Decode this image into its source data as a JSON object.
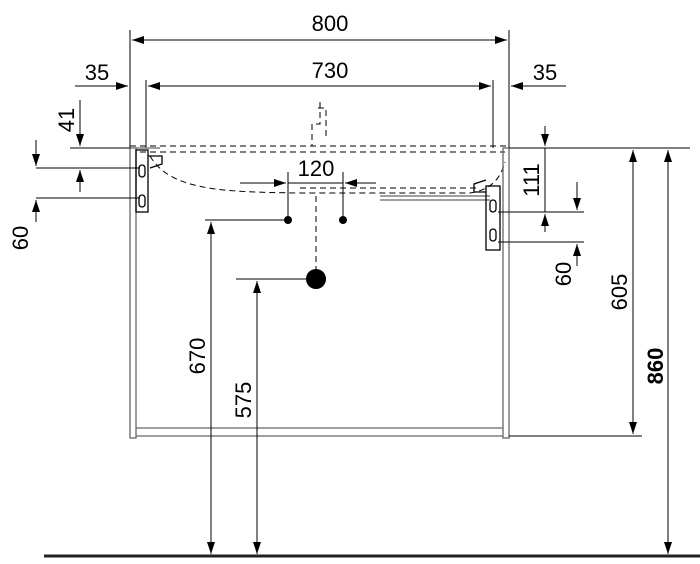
{
  "dimensions": {
    "overall_width": "800",
    "inner_width": "730",
    "left_side": "35",
    "right_side": "35",
    "drain_spacing": "120",
    "top_offset_left": "41",
    "bracket_left": "60",
    "bracket_right_offset": "111",
    "bracket_right": "60",
    "height_cabinet": "605",
    "height_total": "860",
    "height_inlet": "670",
    "height_drain": "575"
  },
  "colors": {
    "line": "#000000",
    "frame": "#666666",
    "floor": "#222222"
  }
}
